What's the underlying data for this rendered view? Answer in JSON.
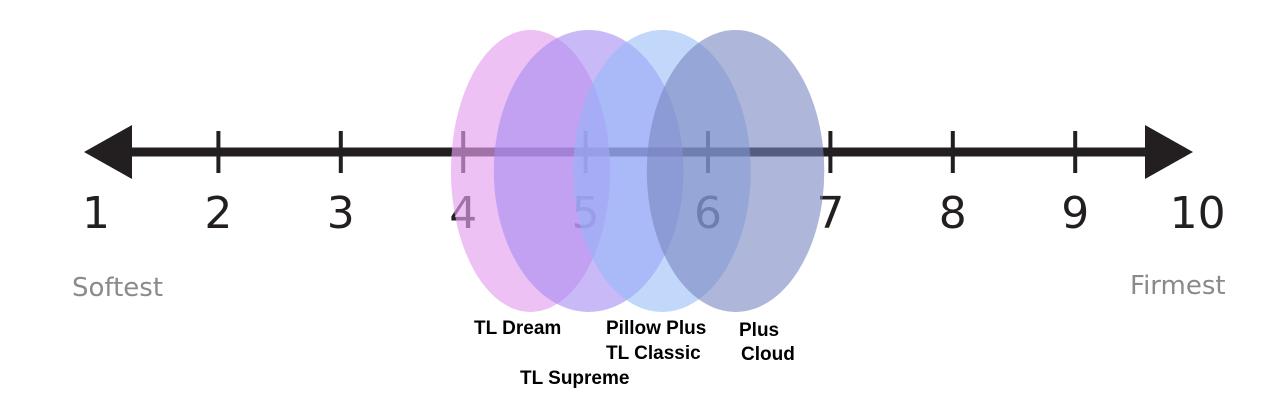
{
  "scale": {
    "min": 1,
    "max": 10,
    "ticks": [
      "1",
      "2",
      "3",
      "4",
      "5",
      "6",
      "7",
      "8",
      "9",
      "10"
    ],
    "low_label": "Softest",
    "high_label": "Firmest",
    "axis_color": "#231f20",
    "end_label_color": "#8a8a8a"
  },
  "products": [
    {
      "id": "tl-dream",
      "color": "#e5a0f0",
      "opacity": 0.65,
      "range": [
        3.9,
        5.2
      ]
    },
    {
      "id": "tl-supreme",
      "color": "#a58cf2",
      "opacity": 0.6,
      "range": [
        4.25,
        5.8
      ]
    },
    {
      "id": "tl-classic",
      "color": "#90b8f8",
      "opacity": 0.55,
      "range": [
        4.9,
        6.35
      ]
    },
    {
      "id": "plus-cloud",
      "color": "#7886c0",
      "opacity": 0.6,
      "range": [
        5.5,
        6.95
      ]
    }
  ],
  "labels": {
    "tl_dream": "TL Dream",
    "tl_supreme": "TL Supreme",
    "pillow_plus": "Pillow Plus",
    "tl_classic": "TL Classic",
    "plus": "Plus",
    "cloud": "Cloud"
  }
}
